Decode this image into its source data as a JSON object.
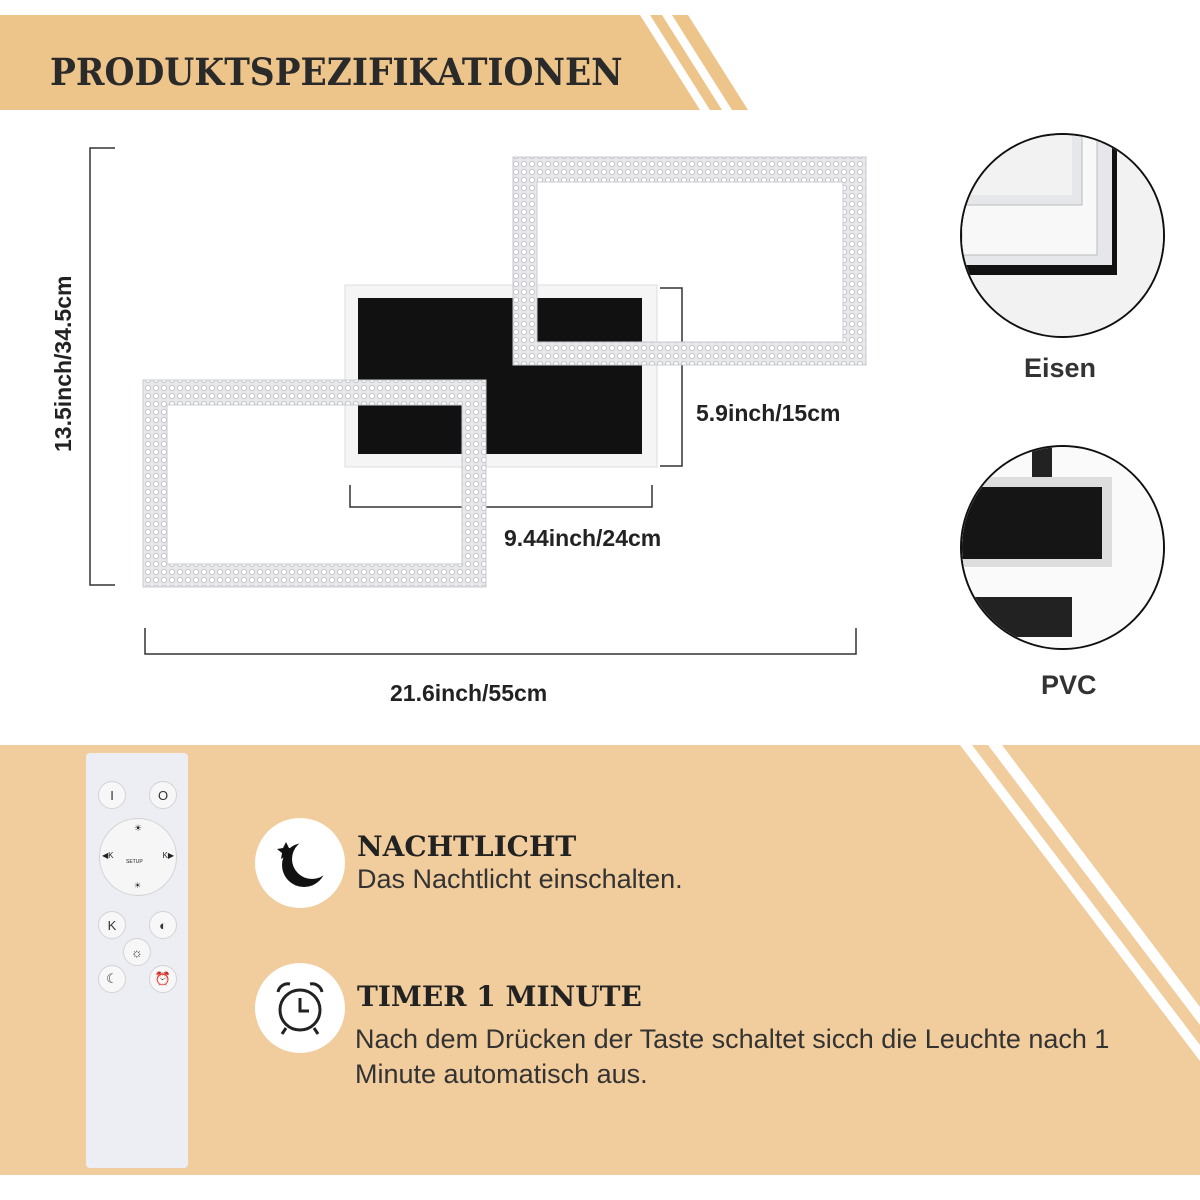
{
  "header": {
    "title": "PRODUKTSPEZIFIKATIONEN"
  },
  "dimensions": {
    "height": "13.5inch/34.5cm",
    "inner_height": "5.9inch/15cm",
    "inner_width": "9.44inch/24cm",
    "total_width": "21.6inch/55cm"
  },
  "materials": [
    {
      "label": "Eisen"
    },
    {
      "label": "PVC"
    }
  ],
  "features": [
    {
      "title": "NACHTLICHT",
      "description": "Das Nachtlicht einschalten.",
      "icon": "moon-star-icon"
    },
    {
      "title": "TIMER 1 MINUTE",
      "description": "Nach dem Drücken der Taste schaltet sicch die Leuchte nach 1 Minute automatisch aus.",
      "icon": "alarm-clock-icon"
    }
  ],
  "remote": {
    "on": "I",
    "off": "O",
    "setup": "SETUP",
    "k_left": "◀K",
    "k_right": "K▶"
  },
  "colors": {
    "banner": "#EDC48A",
    "panel": "#F1CC9C",
    "text": "#222222"
  }
}
